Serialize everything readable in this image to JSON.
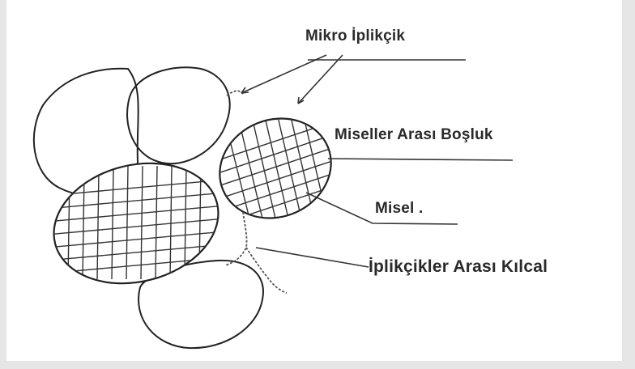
{
  "labels": {
    "mikro": "Mikro İplikçik",
    "miseller": "Miseller Arası Boşluk",
    "misel": "Misel .",
    "iplikcikler": "İplikçikler Arası Kılcal"
  }
}
